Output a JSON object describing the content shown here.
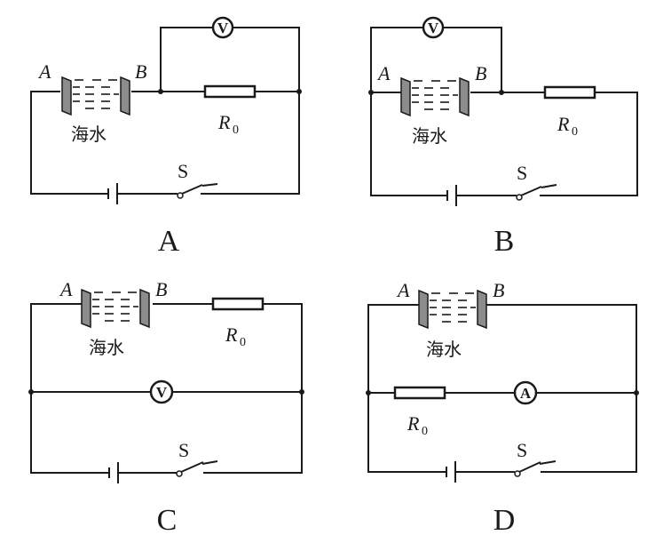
{
  "labels": {
    "electrode_a": "A",
    "electrode_b": "B",
    "seawater": "海水",
    "resistor": "R",
    "resistor_sub": "0",
    "switch": "S",
    "voltmeter": "V",
    "ammeter": "A"
  },
  "options": [
    {
      "id": "A",
      "label": "A",
      "meter": "voltmeter",
      "meter_across": "R0"
    },
    {
      "id": "B",
      "label": "B",
      "meter": "voltmeter",
      "meter_across": "seawater"
    },
    {
      "id": "C",
      "label": "C",
      "meter": "voltmeter",
      "meter_across": "battery"
    },
    {
      "id": "D",
      "label": "D",
      "meter": "ammeter",
      "meter_branch": "R0 in parallel with seawater"
    }
  ],
  "colors": {
    "ink": "#1a1a1a",
    "electrode_fill": "#8c8c8c",
    "background": "#ffffff"
  }
}
